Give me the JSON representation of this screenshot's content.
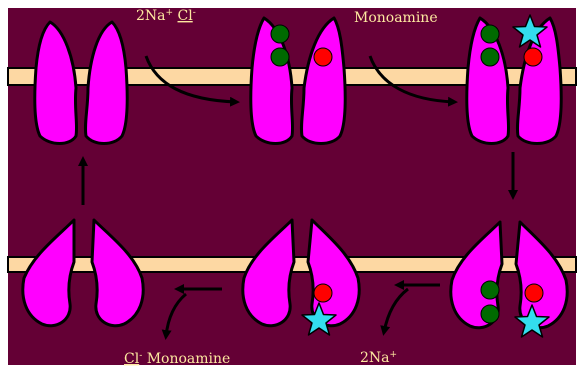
{
  "labels": {
    "top_left_ion": "2Na",
    "top_left_ion_sup": "+",
    "top_left_cl": "Cl",
    "top_left_cl_sup": "-",
    "top_right": "Monoamine",
    "bottom_left_cl": "Cl",
    "bottom_left_cl_sup": "-",
    "bottom_left_monoamine": "Monoamine",
    "bottom_right_ion": "2Na",
    "bottom_right_ion_sup": "+"
  },
  "colors": {
    "background": "#640035",
    "membrane": "#fdd8a3",
    "transporter": "#ff00ff",
    "outline": "#000000",
    "sodium": "#006a00",
    "chloride": "#ff0000",
    "monoamine_star": "#33ddee",
    "label_text": "#fde8a0"
  },
  "panels": [
    {
      "name": "open-outward-empty"
    },
    {
      "name": "ions-bound"
    },
    {
      "name": "ions-and-monoamine-bound"
    },
    {
      "name": "open-inward-loaded"
    },
    {
      "name": "sodium-released"
    },
    {
      "name": "open-inward-empty"
    }
  ]
}
